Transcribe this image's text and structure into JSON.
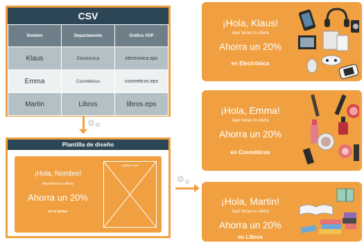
{
  "csv": {
    "title": "CSV",
    "headers": [
      "Nombre",
      "Departamento",
      "Gráfico VDP"
    ],
    "rows": [
      [
        "Klaus",
        "Electrónica",
        "electronica.eps"
      ],
      [
        "Emma",
        "Cosméticos",
        "cosmeticos.eps"
      ],
      [
        "Martin",
        "Libros",
        "libros.eps"
      ]
    ]
  },
  "template": {
    "title": "Plantilla de diseño",
    "greeting": "¡Hola, Nombre!",
    "offer": "Aquí tienes tu oferta",
    "savings": "Ahorra un 20%",
    "sector": "en el sector",
    "graphic_label": "Gráfico VDP"
  },
  "cards": [
    {
      "greeting": "¡Hola, Klaus!",
      "offer": "Aquí tienes tu oferta",
      "savings": "Ahorra un 20%",
      "sector": "en Electrónica",
      "illustration": "electronics-icons"
    },
    {
      "greeting": "¡Hola, Emma!",
      "offer": "Aquí tienes tu oferta",
      "savings": "Ahorra un 20%",
      "sector": "en Cosméticos",
      "illustration": "cosmetics-icons"
    },
    {
      "greeting": "¡Hola, Martin!",
      "offer": "Aquí tienes tu oferta",
      "savings": "Ahorra un 20%",
      "sector": "en Libros",
      "illustration": "books-icons"
    }
  ],
  "colors": {
    "orange": "#f0a040",
    "navy": "#2d4655",
    "header_gray": "#6e7f89",
    "row_gray": "#b3c0c6",
    "row_light": "#eef1f2"
  }
}
